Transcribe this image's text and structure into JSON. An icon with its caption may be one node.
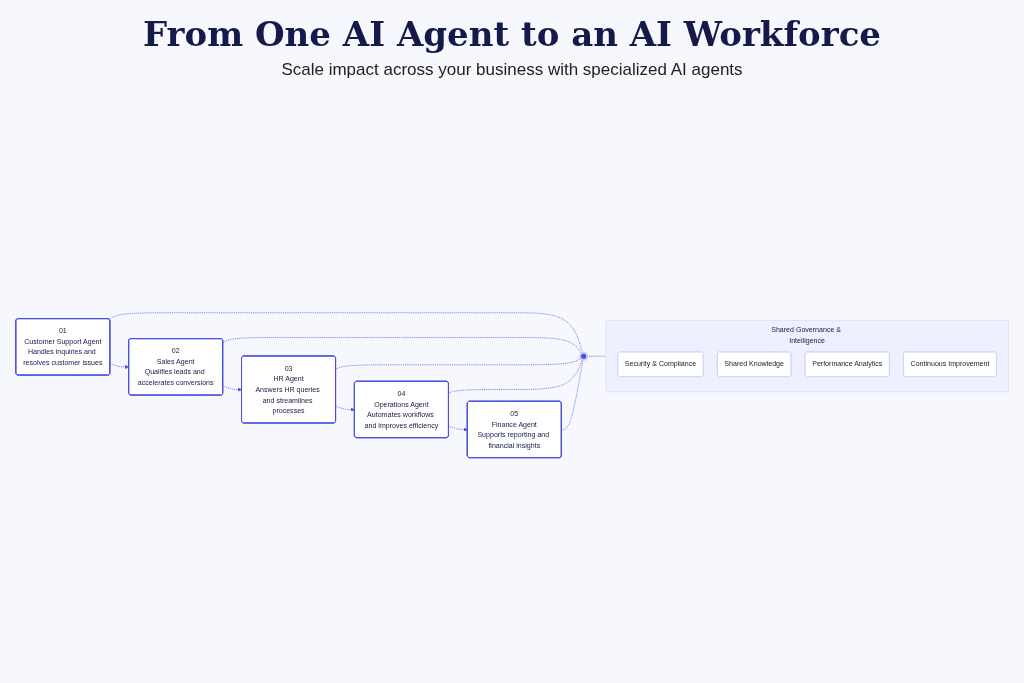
{
  "diagram": {
    "title": "From One AI Agent to an AI Workforce",
    "nodes": [
      {
        "text": [
          "01",
          "Customer Support Agent",
          "Handles inquiries and resolves customer issues"
        ]
      },
      {
        "text": [
          "02",
          "Sales Agent",
          "Qualifies leads and accelerates conversions"
        ]
      },
      {
        "text": [
          "03",
          "HR Agent",
          "Answers HR queries and streamlines processes"
        ]
      },
      {
        "text": [
          "04",
          "Operations Agent",
          "Automates workflows and improves efficiency"
        ]
      },
      {
        "text": [
          "05",
          "Finance Agent",
          "Supports reporting and financial insights"
        ]
      },
      {
        "text": [],
        "shape": "circle"
      },
      {
        "text": [
          "Shared Governance & Intelligence"
        ]
      },
      {
        "text": [
          "Security & Compliance"
        ],
        "in": 6
      },
      {
        "text": [
          "Shared Knowledge"
        ],
        "in": 6
      },
      {
        "text": [
          "Performance Analytics"
        ],
        "in": 6
      },
      {
        "text": [
          "Continuous Improvement"
        ],
        "in": 6
      }
    ],
    "edges": [
      {
        "from": 0,
        "to": 1,
        "arrow": "to",
        "style": "dashed"
      },
      {
        "from": 1,
        "to": 2,
        "arrow": "to",
        "style": "dashed"
      },
      {
        "from": 2,
        "to": 3,
        "arrow": "to",
        "style": "dashed"
      },
      {
        "from": 3,
        "to": 4,
        "arrow": "to",
        "style": "dashed"
      },
      {
        "from": 0,
        "to": 5,
        "arrow": "none",
        "style": "dashed"
      },
      {
        "from": 1,
        "to": 5,
        "arrow": "none",
        "style": "dashed"
      },
      {
        "from": 2,
        "to": 5,
        "arrow": "none",
        "style": "dashed"
      },
      {
        "from": 3,
        "to": 5,
        "arrow": "none",
        "style": "dashed"
      },
      {
        "from": 4,
        "to": 5,
        "arrow": "none",
        "style": "dashed"
      },
      {
        "from": 5,
        "to": 6,
        "arrow": "none",
        "style": "dashed"
      }
    ],
    "labels": [
      "Scale impact across your business with specialized AI agents"
    ]
  }
}
